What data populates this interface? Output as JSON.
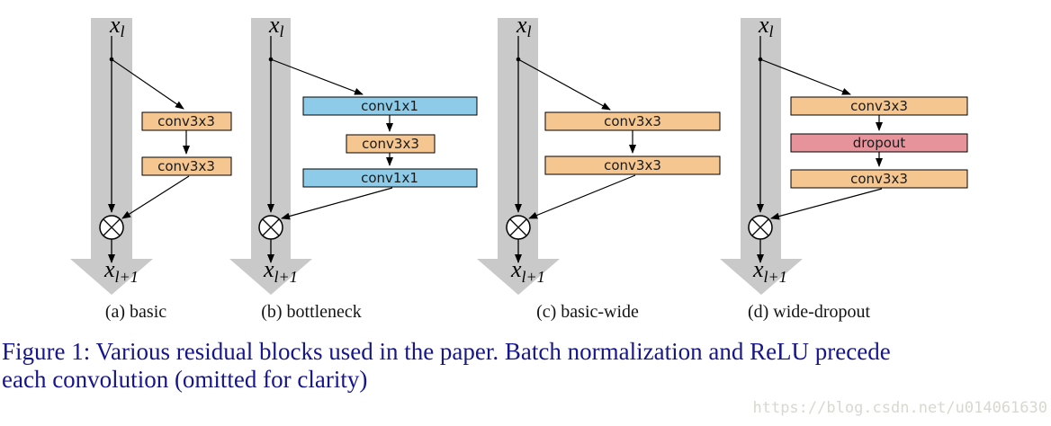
{
  "figure": {
    "caption_line1": "Figure 1: Various residual blocks used in the paper. Batch normalization and ReLU precede",
    "caption_line2": "each convolution (omitted for clarity)",
    "caption_color": "#16168C"
  },
  "watermark": {
    "text": "https://blog.csdn.net/u014061630",
    "color": "#D8D8D0"
  },
  "colors": {
    "band": "#C9C9C9",
    "conv": "#F5C690",
    "bottleneck": "#8DCBE9",
    "dropout": "#E6939B",
    "box_border": "#000000"
  },
  "blocks": [
    {
      "caption": "(a) basic",
      "input_var": "x",
      "input_sub": "l",
      "output_var": "x",
      "output_sub": "l+1",
      "boxes": [
        {
          "label": "conv3x3"
        },
        {
          "label": "conv3x3"
        }
      ]
    },
    {
      "caption": "(b) bottleneck",
      "input_var": "x",
      "input_sub": "l",
      "output_var": "x",
      "output_sub": "l+1",
      "boxes": [
        {
          "label": "conv1x1"
        },
        {
          "label": "conv3x3"
        },
        {
          "label": "conv1x1"
        }
      ]
    },
    {
      "caption": "(c) basic-wide",
      "input_var": "x",
      "input_sub": "l",
      "output_var": "x",
      "output_sub": "l+1",
      "boxes": [
        {
          "label": "conv3x3"
        },
        {
          "label": "conv3x3"
        }
      ]
    },
    {
      "caption": "(d) wide-dropout",
      "input_var": "x",
      "input_sub": "l",
      "output_var": "x",
      "output_sub": "l+1",
      "boxes": [
        {
          "label": "conv3x3"
        },
        {
          "label": "dropout"
        },
        {
          "label": "conv3x3"
        }
      ]
    }
  ]
}
